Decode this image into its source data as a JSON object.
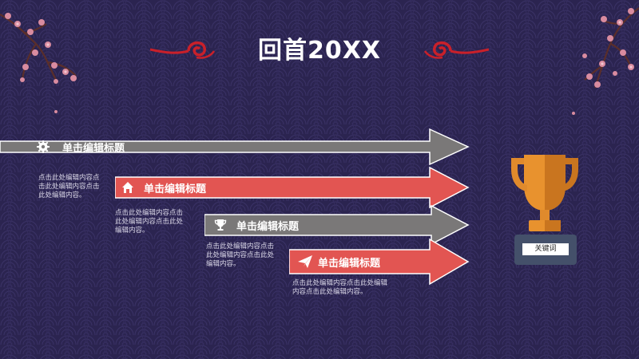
{
  "slide": {
    "title": "回首20XX",
    "colors": {
      "background": "#2b2450",
      "accent_red": "#e25552",
      "gray": "#7a7878",
      "trophy": "#e08a2c"
    }
  },
  "items": [
    {
      "title": "单击编辑标题",
      "icon": "gear-icon",
      "color": "gray",
      "desc_lines": [
        "点击此处编辑内容点",
        "击此处编辑内容点击",
        "此处编辑内容。"
      ]
    },
    {
      "title": "单击编辑标题",
      "icon": "home-icon",
      "color": "red",
      "desc_lines": [
        "点击此处编辑内容点击",
        "此处编辑内容点击此处",
        "编辑内容。"
      ]
    },
    {
      "title": "单击编辑标题",
      "icon": "trophy-icon",
      "color": "gray",
      "desc_lines": [
        "点击此处编辑内容点击",
        "此处编辑内容点击此处",
        "编辑内容。"
      ]
    },
    {
      "title": "单击编辑标题",
      "icon": "paper-plane-icon",
      "color": "red",
      "desc_lines": [
        "点击此处编辑内容点击此处编辑",
        "内容点击此处编辑内容。"
      ]
    }
  ],
  "trophy": {
    "keyword": "关键词"
  }
}
